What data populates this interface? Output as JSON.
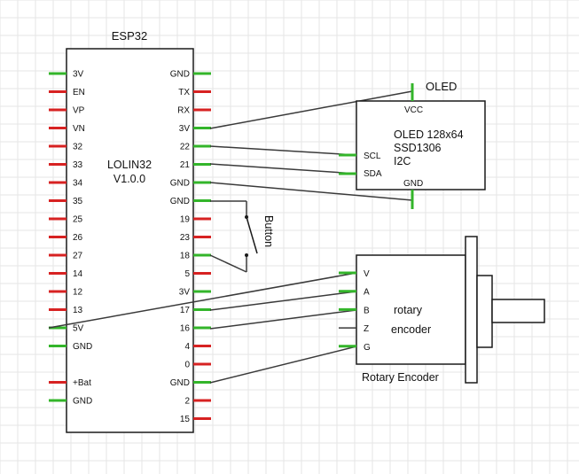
{
  "esp32": {
    "title": "ESP32",
    "board_line1": "LOLIN32",
    "board_line2": "V1.0.0",
    "left_pins": [
      {
        "label": "3V",
        "color": "green"
      },
      {
        "label": "EN",
        "color": "red"
      },
      {
        "label": "VP",
        "color": "red"
      },
      {
        "label": "VN",
        "color": "red"
      },
      {
        "label": "32",
        "color": "red"
      },
      {
        "label": "33",
        "color": "red"
      },
      {
        "label": "34",
        "color": "red"
      },
      {
        "label": "35",
        "color": "red"
      },
      {
        "label": "25",
        "color": "red"
      },
      {
        "label": "26",
        "color": "red"
      },
      {
        "label": "27",
        "color": "red"
      },
      {
        "label": "14",
        "color": "red"
      },
      {
        "label": "12",
        "color": "red"
      },
      {
        "label": "13",
        "color": "red"
      },
      {
        "label": "5V",
        "color": "green"
      },
      {
        "label": "GND",
        "color": "green"
      },
      {
        "label": "",
        "color": "none"
      },
      {
        "label": "+Bat",
        "color": "red"
      },
      {
        "label": "GND",
        "color": "green"
      }
    ],
    "right_pins": [
      {
        "label": "GND",
        "color": "green"
      },
      {
        "label": "TX",
        "color": "red"
      },
      {
        "label": "RX",
        "color": "red"
      },
      {
        "label": "3V",
        "color": "green"
      },
      {
        "label": "22",
        "color": "green"
      },
      {
        "label": "21",
        "color": "green"
      },
      {
        "label": "GND",
        "color": "green"
      },
      {
        "label": "GND",
        "color": "green"
      },
      {
        "label": "19",
        "color": "red"
      },
      {
        "label": "23",
        "color": "red"
      },
      {
        "label": "18",
        "color": "green"
      },
      {
        "label": "5",
        "color": "red"
      },
      {
        "label": "3V",
        "color": "green"
      },
      {
        "label": "17",
        "color": "green"
      },
      {
        "label": "16",
        "color": "green"
      },
      {
        "label": "4",
        "color": "red"
      },
      {
        "label": "0",
        "color": "red"
      },
      {
        "label": "GND",
        "color": "green"
      },
      {
        "label": "2",
        "color": "red"
      },
      {
        "label": "15",
        "color": "red"
      }
    ]
  },
  "oled": {
    "title": "OLED",
    "line1": "OLED 128x64",
    "line2": "SSD1306",
    "line3": "I2C",
    "pin_vcc": "VCC",
    "pin_scl": "SCL",
    "pin_sda": "SDA",
    "pin_gnd": "GND"
  },
  "button": {
    "label": "Button"
  },
  "encoder": {
    "title": "Rotary Encoder",
    "line1": "rotary",
    "line2": "encoder",
    "pins": [
      "V",
      "A",
      "B",
      "Z",
      "G"
    ]
  },
  "colors": {
    "red": "#d72222",
    "green": "#33b52a",
    "wire": "#3a3a3a",
    "outline": "#1a1a1a",
    "grid": "#e6e6e6"
  }
}
